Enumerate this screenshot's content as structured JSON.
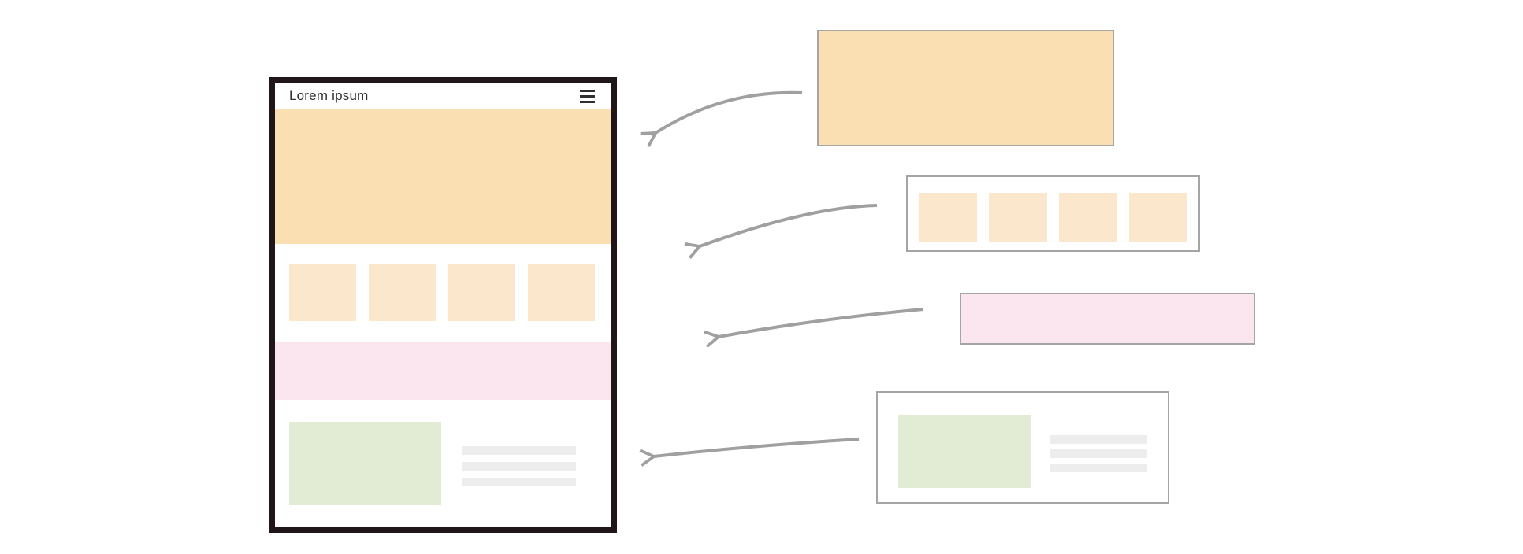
{
  "diagram": {
    "description": "Webpage wireframe assembled from component blocks via arrows",
    "wireframe": {
      "header": {
        "title": "Lorem ipsum",
        "menu_icon": "hamburger-icon"
      },
      "sections": [
        "hero-banner",
        "thumbnail-row",
        "highlight-band",
        "media-card"
      ],
      "thumbnail_count": 4,
      "card_line_count": 3
    },
    "components": [
      {
        "name": "hero-banner-block",
        "fill": "orange"
      },
      {
        "name": "thumbnail-row-block",
        "fill": "white",
        "square_count": 4
      },
      {
        "name": "highlight-band-block",
        "fill": "pink"
      },
      {
        "name": "media-card-block",
        "fill": "white",
        "line_count": 3
      }
    ],
    "arrow_count": 4
  },
  "colors": {
    "canvas-bg": "#ffffff",
    "frame-border": "#201619",
    "title-text": "#303030",
    "orange": "#f9dfb1",
    "orange-light": "#fbe7cc",
    "pink": "#fbe5ef",
    "green": "#e2ebd3",
    "line-gray": "#ededed",
    "box-border": "#a5a5a5",
    "arrow-gray": "#a0a0a0"
  }
}
